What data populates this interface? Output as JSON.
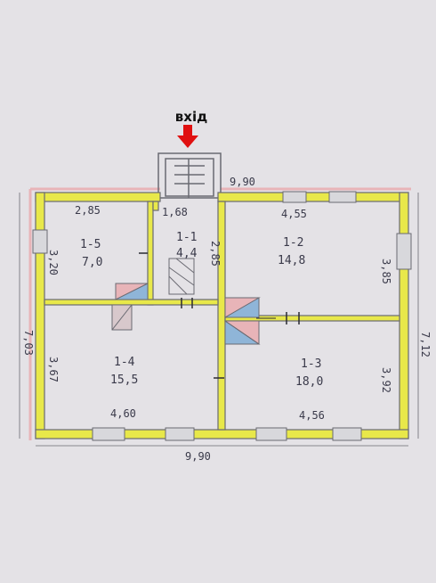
{
  "entrance": {
    "label": "вхід"
  },
  "colors": {
    "paper": "#e4e2e6",
    "wall_fill": "#e8e84a",
    "wall_outline": "#6a6a72",
    "entrance_arrow": "#e01010",
    "pink_tint": "#e8b4b8",
    "blue_tint": "#8fb5d8"
  },
  "dimensions": {
    "overall_width_top": "9,90",
    "overall_width_bottom": "9,90",
    "overall_depth_left": "7,03",
    "room1_width": "2,85",
    "room3_width": "4,55",
    "room5_width": "4,60",
    "room4_width": "4,56",
    "room1_depth": "3,20",
    "room5_depth": "3,67",
    "room3_depth": "3,85",
    "room4_depth": "3,92",
    "right_outer": "7,12",
    "hall_width": "1,68",
    "hall_depth": "2,85"
  },
  "rooms": [
    {
      "id": "1-5",
      "label": "1-5",
      "area": "7,0"
    },
    {
      "id": "1-1",
      "label": "1-1",
      "area": "4,4"
    },
    {
      "id": "1-2",
      "label": "1-2",
      "area": "14,8"
    },
    {
      "id": "1-4",
      "label": "1-4",
      "area": "15,5"
    },
    {
      "id": "1-3",
      "label": "1-3",
      "area": "18,0"
    }
  ]
}
